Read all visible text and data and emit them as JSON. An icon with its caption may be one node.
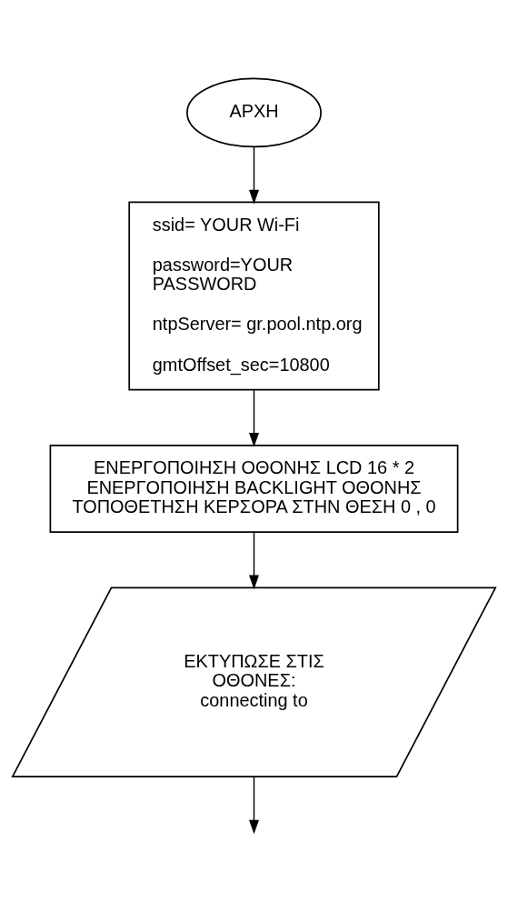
{
  "diagram": {
    "nodes": [
      {
        "text": [
          "ΑΡΧΗ"
        ]
      },
      {
        "text": [
          "ssid= YOUR Wi-Fi",
          "password=YOUR PASSWORD",
          "ntpServer= gr.pool.ntp.org",
          "gmtOffset_sec=10800"
        ]
      },
      {
        "text": [
          "ΕΝΕΡΓΟΠΟΙΗΣΗ ΟΘΟΝΗΣ LCD 16 * 2",
          "ΕΝΕΡΓΟΠΟΙΗΣΗ BACKLIGHT ΟΘΟΝΗΣ",
          "ΤΟΠΟΘΕΤΗΣΗ ΚΕΡΣΟΡΑ ΣΤΗΝ ΘΕΣΗ 0 , 0"
        ]
      },
      {
        "text": [
          "ΕΚΤΥΠΩΣΕ ΣΤΙΣ ΟΘΟΝΕΣ: connecting to"
        ]
      }
    ],
    "edges": [
      {
        "from": 0,
        "to": 1,
        "arrow": "to"
      },
      {
        "from": 1,
        "to": 2,
        "arrow": "to"
      },
      {
        "from": 2,
        "to": 3,
        "arrow": "to"
      },
      {
        "from": 3,
        "to": null,
        "arrow": "to"
      }
    ]
  }
}
